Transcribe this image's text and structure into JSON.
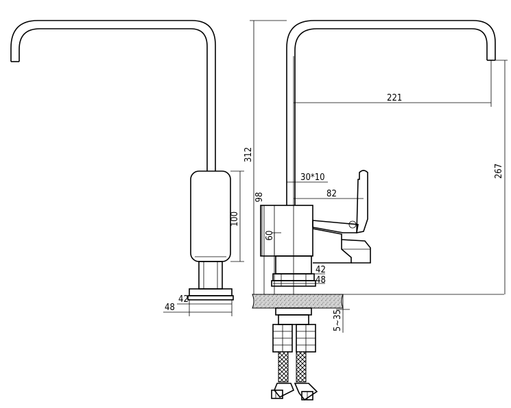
{
  "dimensions": {
    "side_base_inner": "42",
    "side_base_outer": "48",
    "side_body_height": "100",
    "total_height": "312",
    "base_height": "98",
    "lower_block_height": "60",
    "front_base_inner": "42",
    "front_base_outer": "48",
    "spout_reach": "221",
    "handle_offset": "30*10",
    "handle_length": "82",
    "spout_height": "267",
    "counter_thickness": "5~35"
  },
  "colors": {
    "line": "#000000",
    "background": "#ffffff",
    "counter_fill": "#c8c8c8"
  }
}
